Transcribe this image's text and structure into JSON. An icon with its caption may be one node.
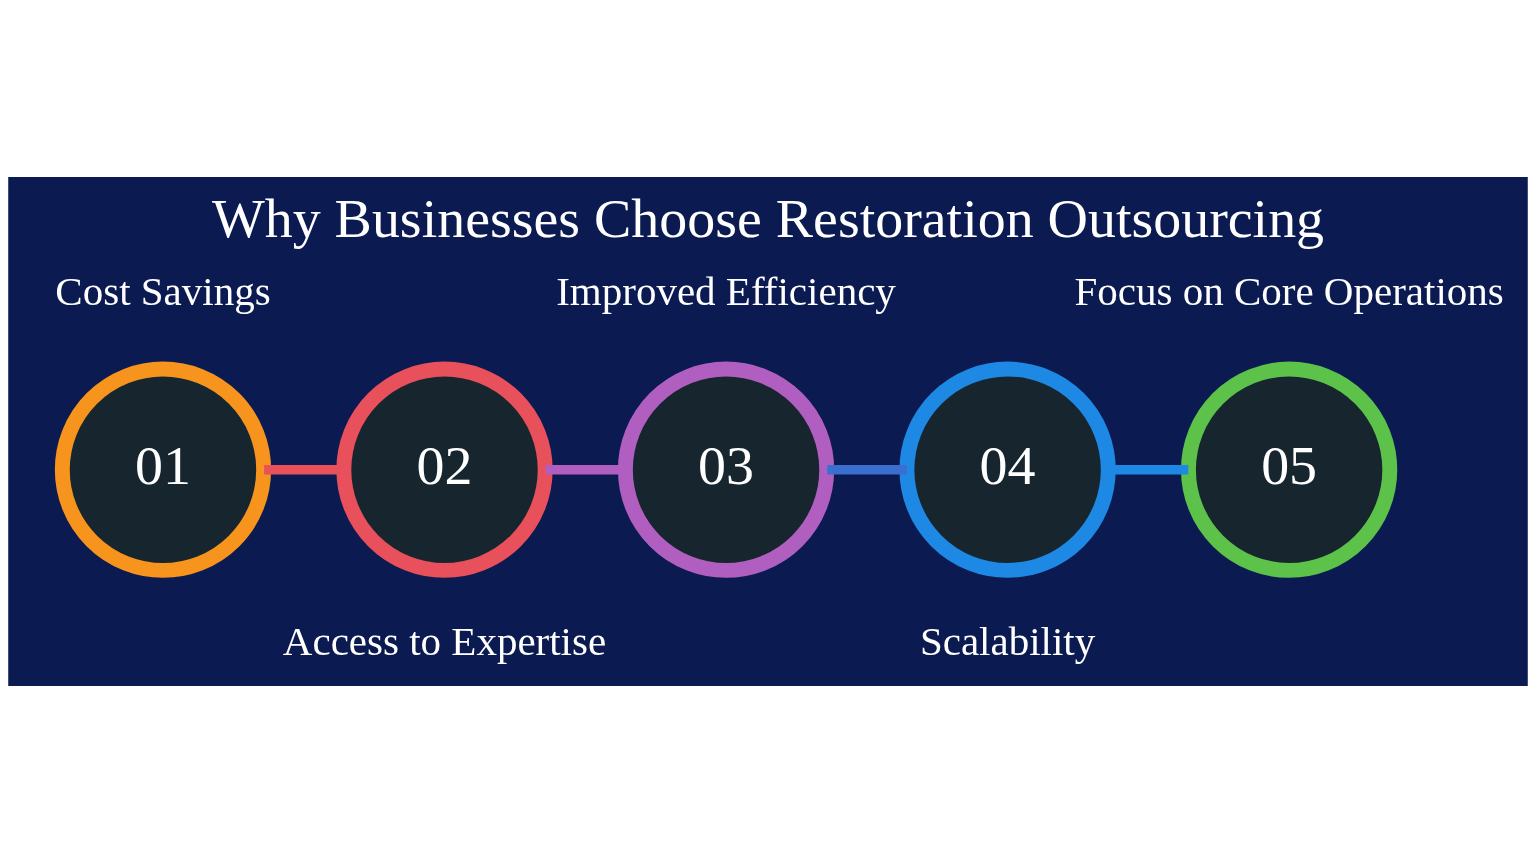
{
  "diagram": {
    "title": "Why Businesses Choose Restoration Outsourcing",
    "nodes": [
      {
        "text": [
          "01"
        ],
        "beside": [
          "Cost Savings"
        ]
      },
      {
        "text": [
          "02"
        ],
        "beside": [
          "Access to Expertise"
        ]
      },
      {
        "text": [
          "03"
        ],
        "beside": [
          "Improved Efficiency"
        ]
      },
      {
        "text": [
          "04"
        ],
        "beside": [
          "Scalability"
        ]
      },
      {
        "text": [
          "05"
        ],
        "beside": [
          "Focus on Core Operations"
        ]
      }
    ],
    "edges": [
      {
        "from": 0,
        "to": 1,
        "arrow": "none",
        "color": "#e8505b"
      },
      {
        "from": 1,
        "to": 2,
        "arrow": "none",
        "color": "#b05fc0"
      },
      {
        "from": 2,
        "to": 3,
        "arrow": "none",
        "color": "#3a6fd0"
      },
      {
        "from": 3,
        "to": 4,
        "arrow": "none",
        "color": "#1e88e5"
      }
    ]
  }
}
